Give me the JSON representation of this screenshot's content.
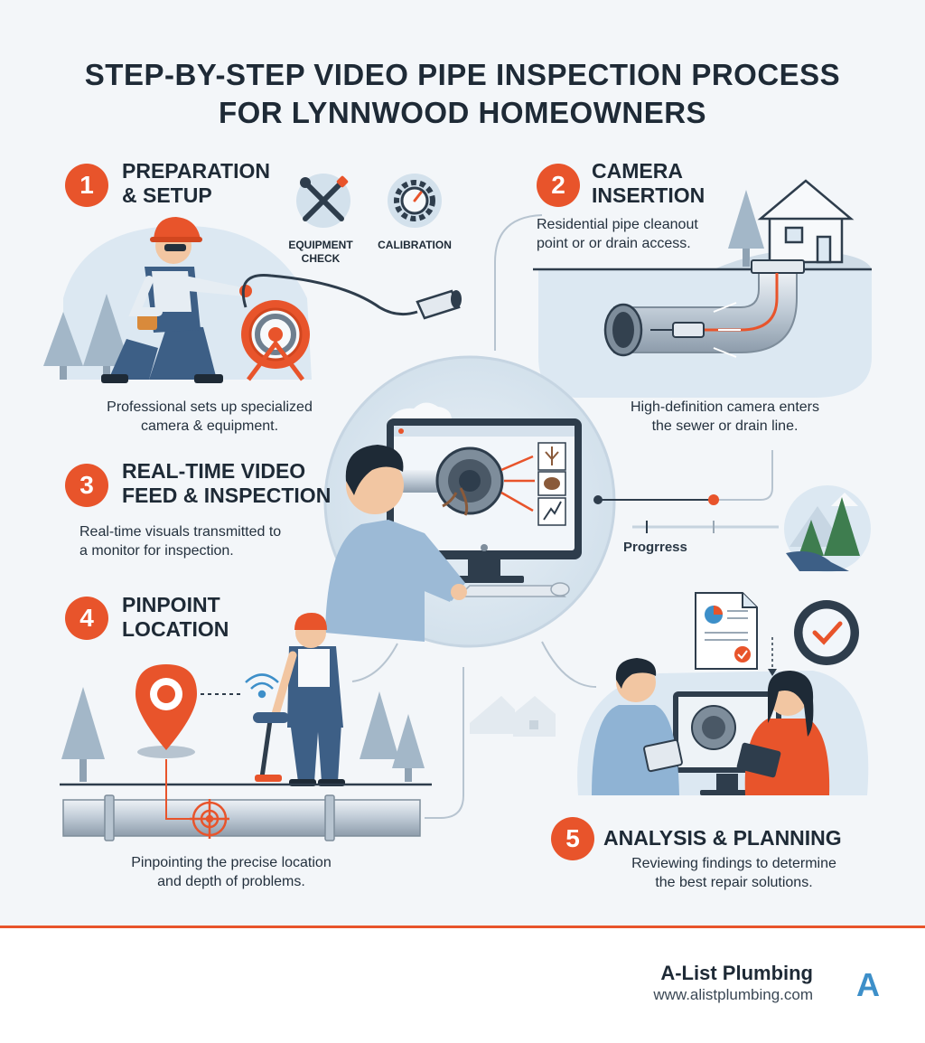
{
  "title": {
    "line1": "STEP-BY-STEP VIDEO PIPE INSPECTION PROCESS",
    "line2": "FOR LYNNWOOD HOMEOWNERS"
  },
  "steps": [
    {
      "number": "1",
      "title_line1": "PREPARATION",
      "title_line2": "& SETUP",
      "desc_line1": "Professional sets up specialized",
      "desc_line2": "camera & equipment.",
      "icons": [
        {
          "name": "wrench-screwdriver-icon",
          "label_line1": "EQUIPMENT",
          "label_line2": "CHECK"
        },
        {
          "name": "gear-gauge-icon",
          "label_line1": "CALIBRATION",
          "label_line2": ""
        }
      ]
    },
    {
      "number": "2",
      "title_line1": "CAMERA",
      "title_line2": "INSERTION",
      "note_line1": "Residential pipe cleanout",
      "note_line2": "point or or drain access.",
      "desc_line1": "High-definition camera enters",
      "desc_line2": "the sewer or drain line."
    },
    {
      "number": "3",
      "title_line1": "REAL-TIME VIDEO",
      "title_line2": "FEED & INSPECTION",
      "desc_line1": "Real-time visuals transmitted to",
      "desc_line2": "a monitor for inspection.",
      "progress_label": "Progrress"
    },
    {
      "number": "4",
      "title_line1": "PINPOINT",
      "title_line2": "LOCATION",
      "desc_line1": "Pinpointing the precise location",
      "desc_line2": "and depth of problems."
    },
    {
      "number": "5",
      "title_line1": "ANALYSIS & PLANNING",
      "desc_line1": "Reviewing findings to determine",
      "desc_line2": "the best repair solutions."
    }
  ],
  "brand": {
    "name": "A-List Plumbing",
    "url": "www.alistplumbing.com",
    "logo_letter": "A"
  },
  "colors": {
    "accent": "#e8542b",
    "navy": "#1e2a36",
    "pipe": "#c9d3dd",
    "light_blue": "#dce8f2",
    "worker_blue": "#3d5f86"
  }
}
